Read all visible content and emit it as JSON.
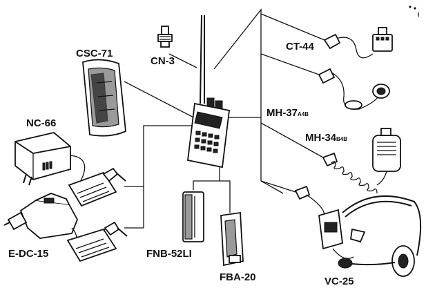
{
  "diagram": {
    "labels": {
      "cn3": "CN-3",
      "csc71": "CSC-71",
      "nc66": "NC-66",
      "edc15": "E-DC-15",
      "fnb52li": "FNB-52LI",
      "fba20": "FBA-20",
      "ct44": "CT-44",
      "mh37_main": "MH-37",
      "mh37_sub": "A4B",
      "mh34_main": "MH-34",
      "mh34_sub": "B4B",
      "vc25": "VC-25"
    }
  }
}
